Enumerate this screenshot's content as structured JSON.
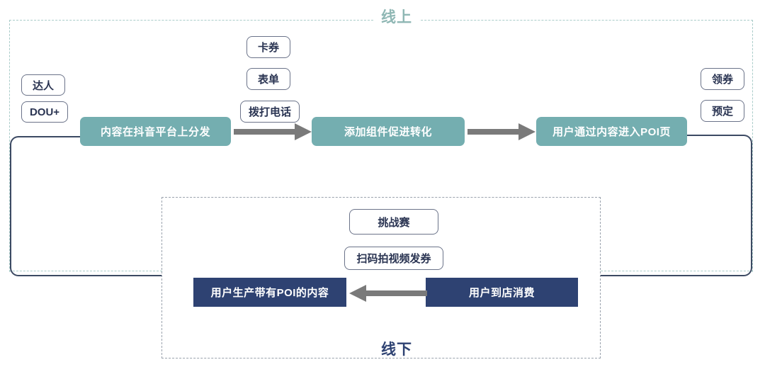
{
  "diagram": {
    "zones": {
      "online": {
        "title": "线上",
        "border_color": "#a9ccc9"
      },
      "offline": {
        "title": "线下",
        "border_color": "#9aa2ad"
      }
    },
    "colors": {
      "teal_box": "#74aeb0",
      "navy_box": "#2e4272",
      "arrow": "#7a7a7a",
      "loop_line": "#3c4a63",
      "tag_border": "#6b7389",
      "online_title": "#8fb7b4",
      "offline_title": "#2e4272"
    },
    "process_boxes": [
      {
        "id": "distribute",
        "label": "内容在抖音平台上分发",
        "style": "teal"
      },
      {
        "id": "component",
        "label": "添加组件促进转化",
        "style": "teal"
      },
      {
        "id": "poi",
        "label": "用户通过内容进入POI页",
        "style": "teal"
      },
      {
        "id": "ugc",
        "label": "用户生产带有POI的内容",
        "style": "navy"
      },
      {
        "id": "instore",
        "label": "用户到店消费",
        "style": "navy"
      }
    ],
    "tags": [
      {
        "id": "daren",
        "label": "达人"
      },
      {
        "id": "douplus",
        "label": "DOU+"
      },
      {
        "id": "kaquan",
        "label": "卡券"
      },
      {
        "id": "biaodan",
        "label": "表单"
      },
      {
        "id": "dadianhua",
        "label": "拨打电话"
      },
      {
        "id": "lingquan",
        "label": "领券"
      },
      {
        "id": "yuding",
        "label": "预定"
      },
      {
        "id": "tiaozhansai",
        "label": "挑战赛"
      },
      {
        "id": "saoma",
        "label": "扫码拍视频发券"
      }
    ],
    "arrows": [
      {
        "id": "arrow-distribute-to-component",
        "direction": "right"
      },
      {
        "id": "arrow-component-to-poi",
        "direction": "right"
      },
      {
        "id": "arrow-instore-to-ugc",
        "direction": "left"
      }
    ]
  }
}
